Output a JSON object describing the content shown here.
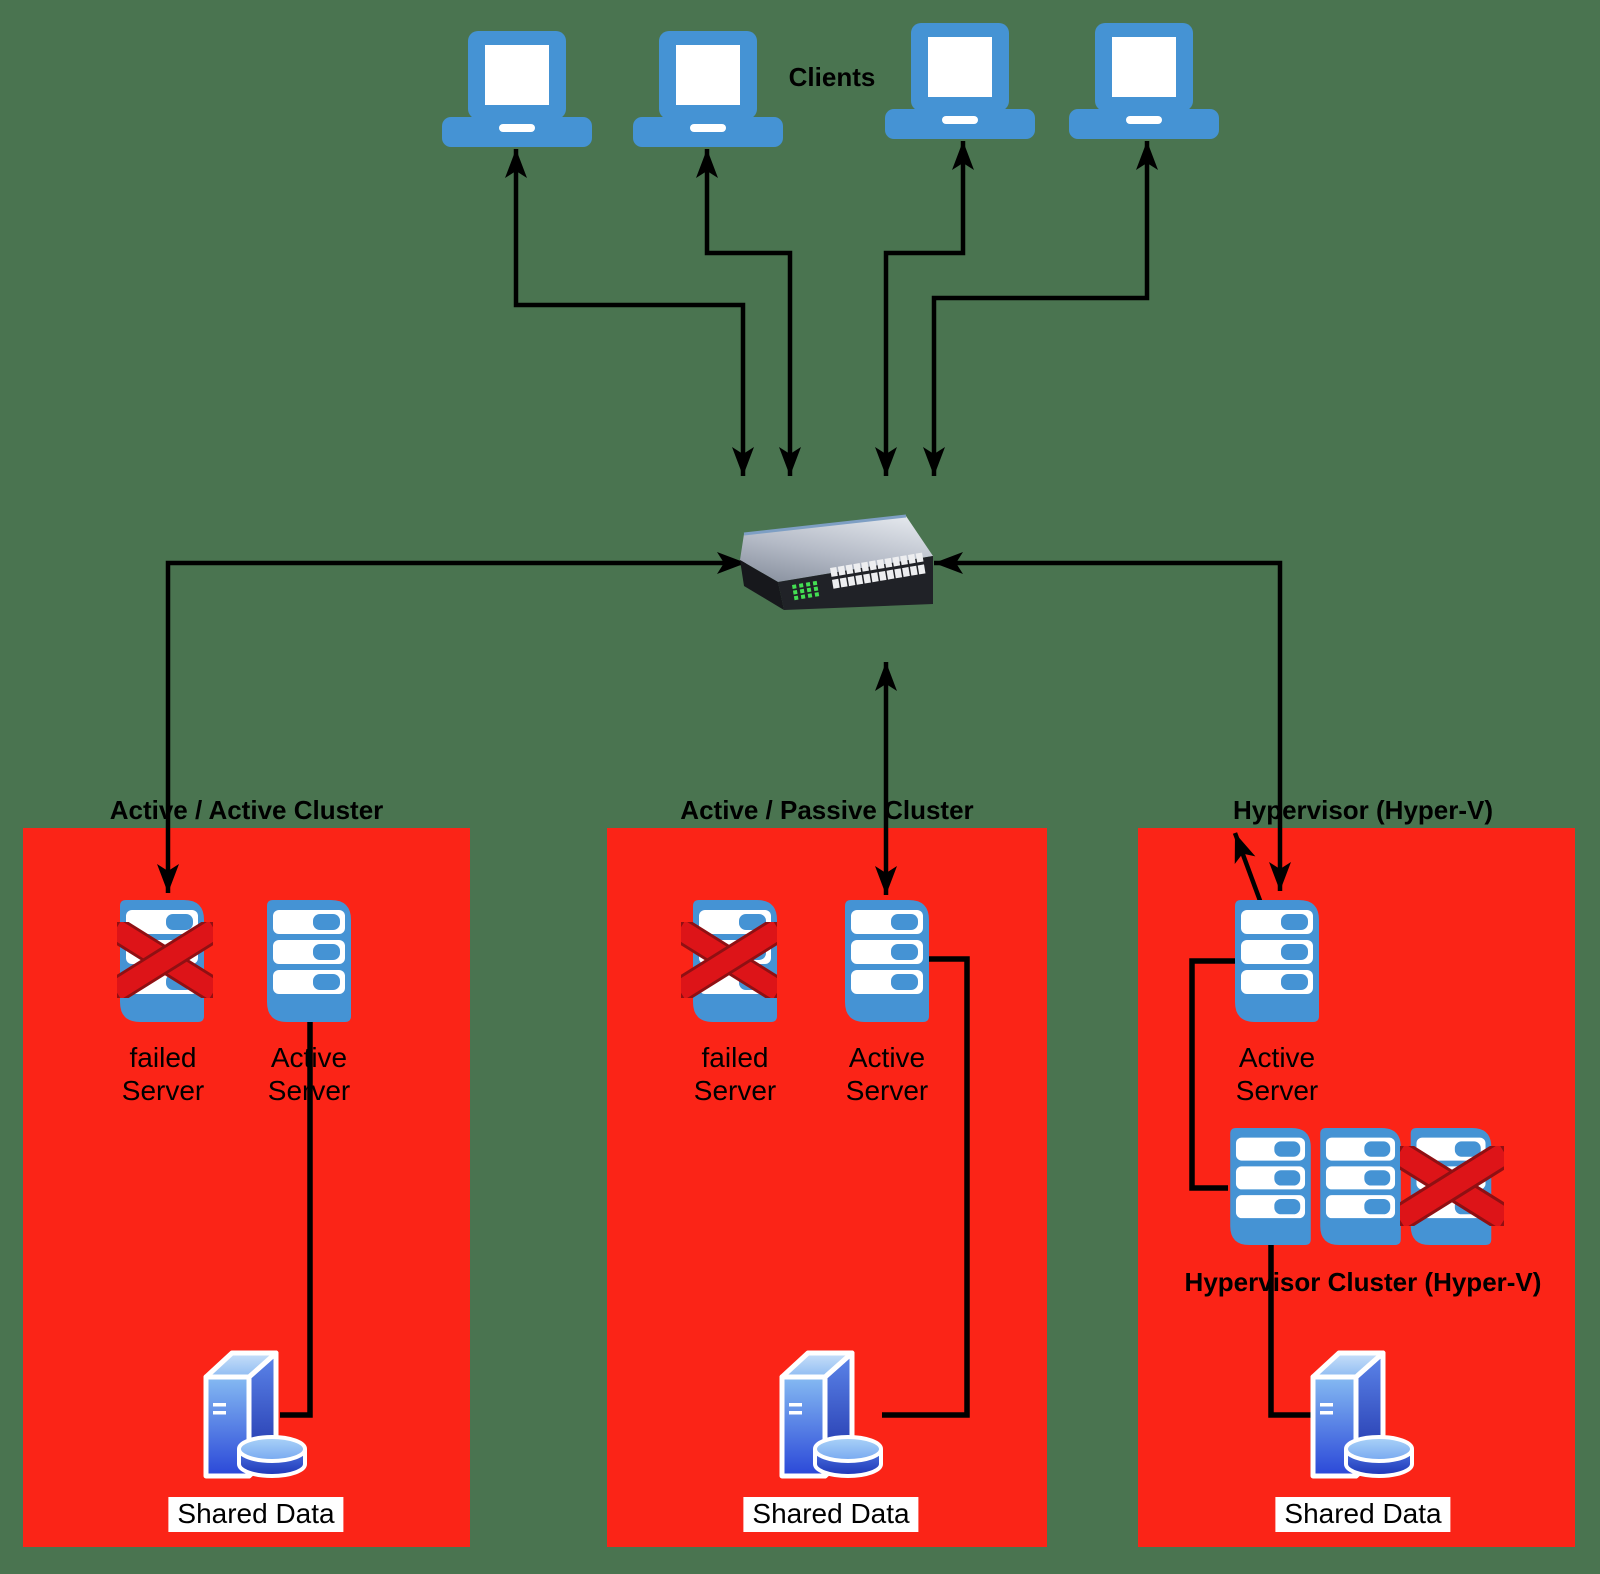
{
  "colors": {
    "background": "#4A7450",
    "panel": "#FB2417",
    "icon_blue": "#4593D4",
    "failed_x": "#DD1418",
    "failed_x_edge": "#8F1013",
    "led_green": "#43DF52"
  },
  "clients": {
    "label": "Clients",
    "count": 4
  },
  "panels": [
    {
      "title": "Active / Active Cluster",
      "servers": [
        {
          "label": "failed Server",
          "status": "failed"
        },
        {
          "label": "Active Server",
          "status": "active"
        }
      ],
      "shared_data_label": "Shared Data"
    },
    {
      "title": "Active / Passive Cluster",
      "servers": [
        {
          "label": "failed Server",
          "status": "failed"
        },
        {
          "label": "Active Server",
          "status": "active"
        }
      ],
      "shared_data_label": "Shared Data"
    },
    {
      "title": "Hypervisor (Hyper-V)",
      "servers": [
        {
          "label": "Active Server",
          "status": "active"
        }
      ],
      "hypervisor_cluster": {
        "label": "Hypervisor Cluster (Hyper-V)",
        "nodes": 3,
        "failed_nodes": 1
      },
      "shared_data_label": "Shared Data"
    }
  ]
}
